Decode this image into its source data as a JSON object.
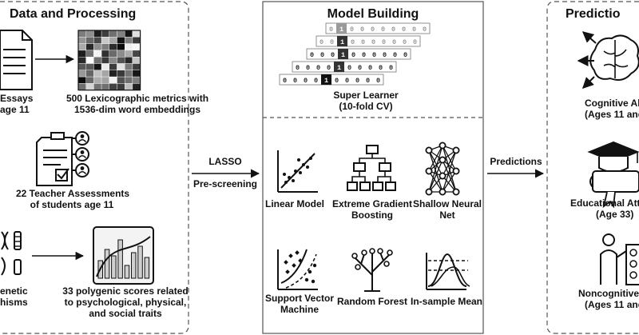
{
  "left_panel": {
    "title": "Data and Processing",
    "essays": {
      "label_line1": "Essays",
      "label_line2": "age 11"
    },
    "metrics": {
      "label_line1": "500 Lexicographic metrics with",
      "label_line2": "1536-dim word embeddings"
    },
    "teacher": {
      "label_line1": "22 Teacher Assessments",
      "label_line2": "of students age 11"
    },
    "genetic": {
      "label_line1": "enetic",
      "label_line2": "hisms"
    },
    "polygenic": {
      "label_line1": "33 polygenic scores related",
      "label_line2": "to psychological, physical,",
      "label_line3": "and social traits"
    }
  },
  "middle_panel": {
    "title": "Model Building",
    "super_learner": {
      "label_line1": "Super Learner",
      "label_line2": "(10-fold CV)"
    },
    "bits": {
      "one": "1",
      "zero": "0"
    },
    "models": [
      {
        "line1": "Linear Model",
        "line2": ""
      },
      {
        "line1": "Extreme Gradient",
        "line2": "Boosting"
      },
      {
        "line1": "Shallow Neural",
        "line2": "Net"
      },
      {
        "line1": "Support Vector",
        "line2": "Machine"
      },
      {
        "line1": "Random Forest",
        "line2": ""
      },
      {
        "line1": "In-sample Mean",
        "line2": ""
      }
    ]
  },
  "arrows": {
    "lasso_line1": "LASSO",
    "lasso_line2": "Pre-screening",
    "predictions": "Predictions"
  },
  "right_panel": {
    "title": "Predictio",
    "cognitive": {
      "label_line1": "Cognitive Ab",
      "label_line2": "(Ages 11 and"
    },
    "educational": {
      "label_line1": "Educational Atta",
      "label_line2": "(Age 33)"
    },
    "noncognitive": {
      "label_line1": "Noncognitive",
      "label_line2": "(Ages 11 and"
    }
  }
}
